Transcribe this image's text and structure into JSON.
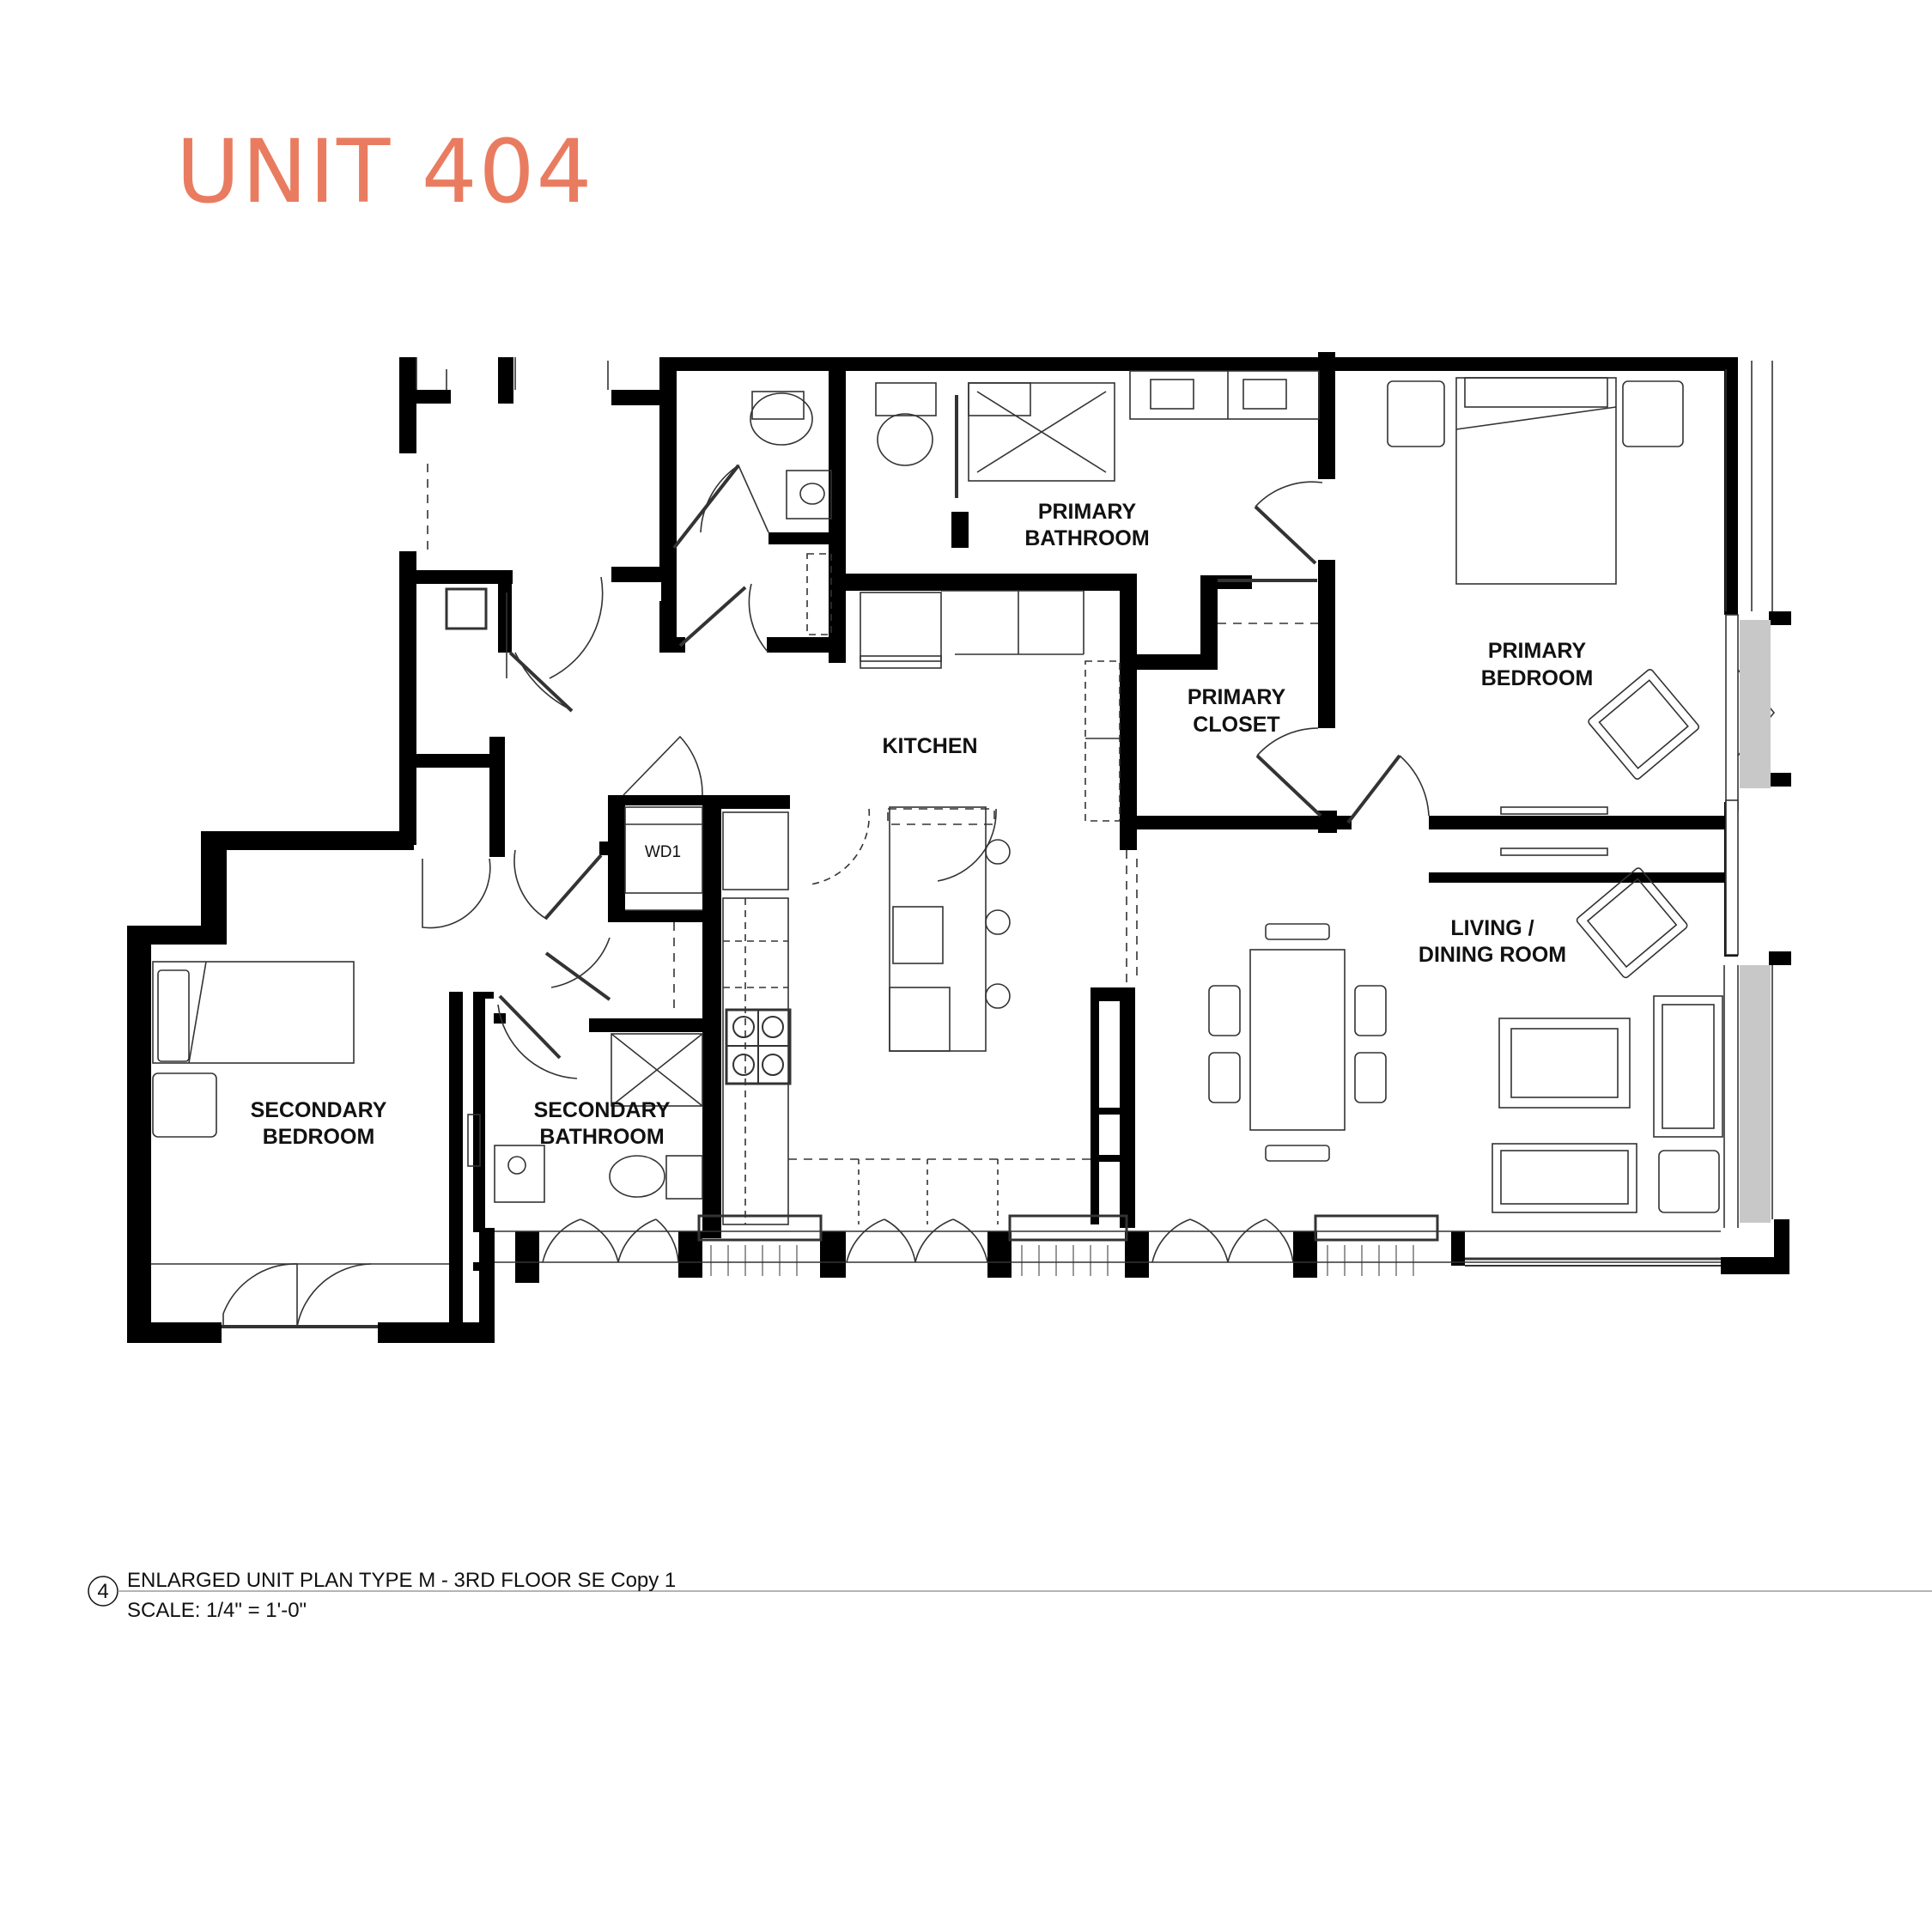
{
  "title": "UNIT 404",
  "colors": {
    "title": "#e97c60",
    "wall": "#000000",
    "line": "#333333"
  },
  "rooms": {
    "primary_bathroom": [
      "PRIMARY",
      "BATHROOM"
    ],
    "primary_bedroom": [
      "PRIMARY",
      "BEDROOM"
    ],
    "primary_closet": [
      "PRIMARY",
      "CLOSET"
    ],
    "kitchen": "KITCHEN",
    "living_dining": [
      "LIVING /",
      "DINING ROOM"
    ],
    "secondary_bedroom": [
      "SECONDARY",
      "BEDROOM"
    ],
    "secondary_bathroom": [
      "SECONDARY",
      "BATHROOM"
    ]
  },
  "appliance_label": "WD1",
  "caption": {
    "number": "4",
    "title": "ENLARGED UNIT PLAN TYPE M - 3RD FLOOR SE Copy 1",
    "scale": "SCALE: 1/4\" = 1'-0\""
  }
}
